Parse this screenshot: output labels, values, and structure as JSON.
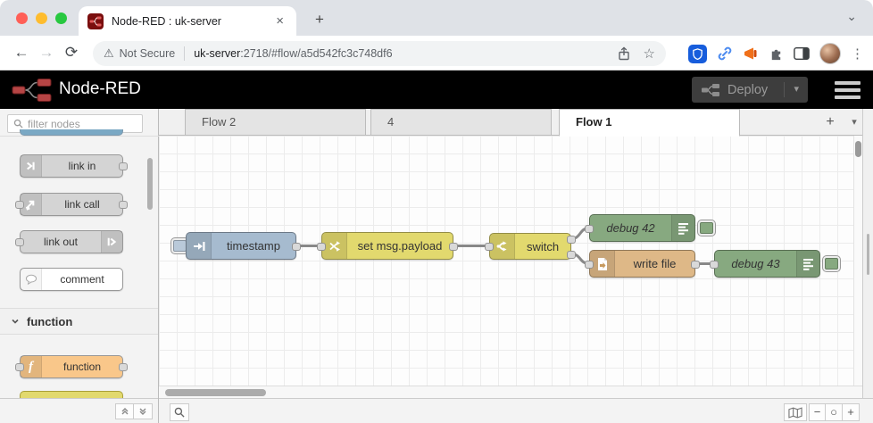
{
  "browser": {
    "tab_title": "Node-RED : uk-server",
    "security_label": "Not Secure",
    "url_host": "uk-server",
    "url_rest": ":2718/#flow/a5d542fc3c748df6"
  },
  "nr_header": {
    "title": "Node-RED",
    "deploy_label": "Deploy"
  },
  "palette": {
    "filter_placeholder": "filter nodes",
    "items": [
      {
        "label": "link in"
      },
      {
        "label": "link call"
      },
      {
        "label": "link out"
      },
      {
        "label": "comment"
      }
    ],
    "category_label": "function",
    "function_label": "function"
  },
  "workspace": {
    "tabs": [
      {
        "label": "Flow 2",
        "active": false
      },
      {
        "label": "4",
        "active": false
      },
      {
        "label": "Flow 1",
        "active": true
      }
    ]
  },
  "flow": {
    "nodes": [
      {
        "type": "inject",
        "label": "timestamp",
        "color": "inject_blue"
      },
      {
        "type": "change",
        "label": "set msg.payload",
        "color": "yellow"
      },
      {
        "type": "switch",
        "label": "switch",
        "color": "yellow"
      },
      {
        "type": "debug",
        "label": "debug 42",
        "color": "debug_green"
      },
      {
        "type": "file",
        "label": "write file",
        "color": "file_tan"
      },
      {
        "type": "debug",
        "label": "debug 43",
        "color": "debug_green"
      }
    ],
    "wires": [
      {
        "from": "timestamp",
        "to": "set msg.payload"
      },
      {
        "from": "set msg.payload",
        "to": "switch"
      },
      {
        "from": "switch:output1",
        "to": "debug 42"
      },
      {
        "from": "switch:output2",
        "to": "write file"
      },
      {
        "from": "write file",
        "to": "debug 43"
      }
    ]
  },
  "colors": {
    "inject_blue": "#a6bbcf",
    "inject_btn": "#b9c9d9",
    "yellow": "#e2d96e",
    "debug_green": "#87a980",
    "debug_btn": "#87a980",
    "file_tan": "#deb887",
    "function_orange": "#f9c78a",
    "link_gray": "#d4d4d4",
    "comment_white": "#ffffff",
    "palette_blue": "#7aa8c4",
    "header_bg": "#000000",
    "brand_red": "#8f0000"
  },
  "glyphs": {
    "back": "←",
    "forward": "→",
    "reload": "⟳",
    "warning": "⚠",
    "star": "☆",
    "dots": "⋮",
    "close": "×",
    "new_tab": "+",
    "window_chevron": "⌄",
    "deploy_caret": "▾",
    "tab_add": "+",
    "tab_caret": "▾",
    "zoom_out": "−",
    "zoom_reset": "○",
    "zoom_in": "+"
  }
}
